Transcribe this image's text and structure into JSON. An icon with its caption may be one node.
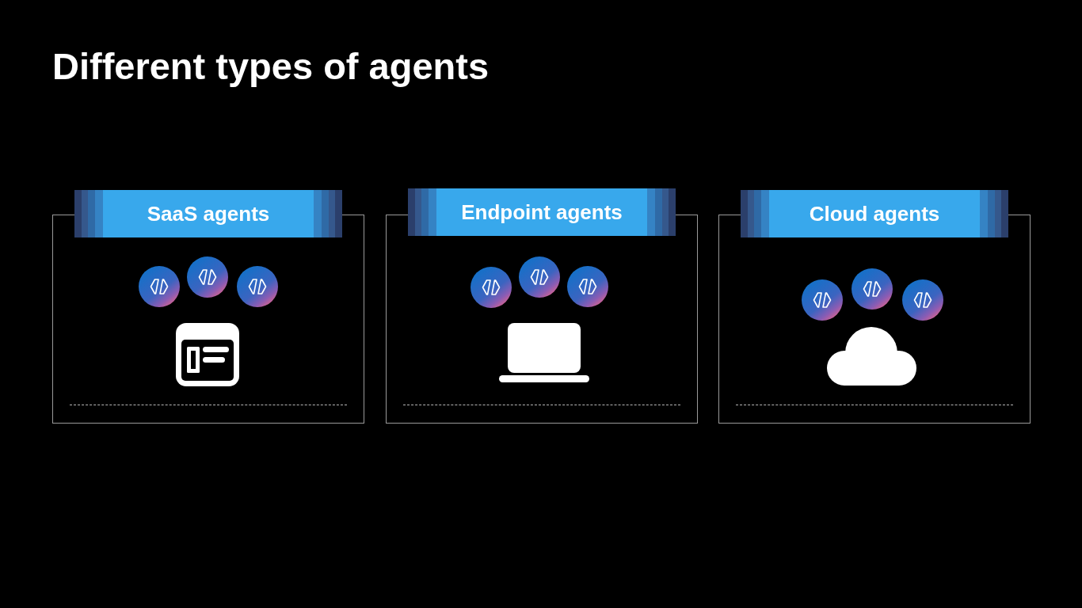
{
  "diagram": {
    "title": "Different types of agents",
    "nodes": [
      {
        "text": [
          "SaaS agents"
        ]
      },
      {
        "text": [
          "Endpoint agents"
        ]
      },
      {
        "text": [
          "Cloud agents"
        ]
      }
    ]
  }
}
